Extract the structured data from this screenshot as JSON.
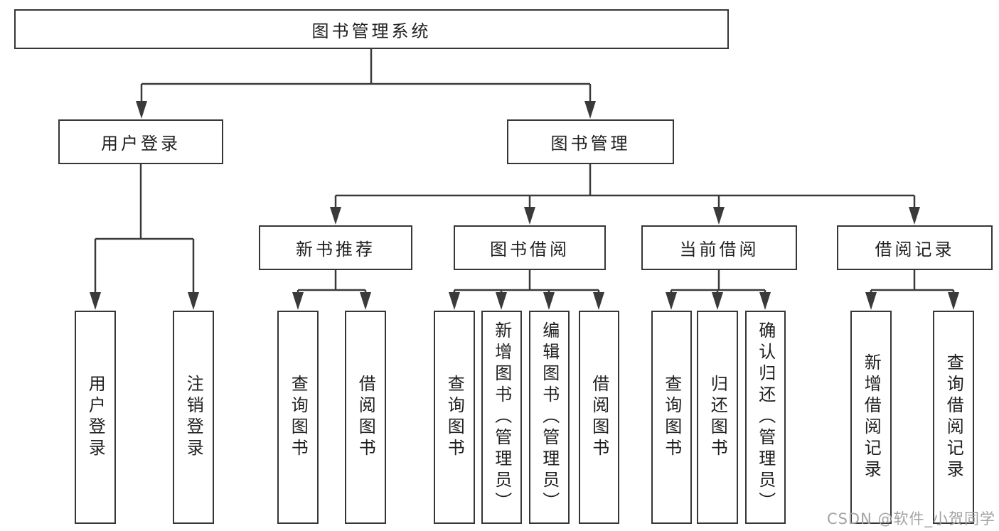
{
  "diagram": {
    "title": "图书管理系统",
    "type": "tree-structure-diagram",
    "colors": {
      "line": "#3a3a3a",
      "box_border": "#363636",
      "text": "#1f1f1f",
      "background": "#ffffff",
      "watermark": "#a3a3a3"
    },
    "nodes": {
      "root": {
        "label": "图书管理系统"
      },
      "level2": [
        {
          "label": "用户登录",
          "parent": "图书管理系统"
        },
        {
          "label": "图书管理",
          "parent": "图书管理系统"
        }
      ],
      "level3": [
        {
          "label": "新书推荐",
          "parent": "图书管理"
        },
        {
          "label": "图书借阅",
          "parent": "图书管理"
        },
        {
          "label": "当前借阅",
          "parent": "图书管理"
        },
        {
          "label": "借阅记录",
          "parent": "图书管理"
        }
      ],
      "leaves": [
        {
          "label": "用户登录",
          "parent": "用户登录"
        },
        {
          "label": "注销登录",
          "parent": "用户登录"
        },
        {
          "label": "查询图书",
          "parent": "新书推荐"
        },
        {
          "label": "借阅图书",
          "parent": "新书推荐"
        },
        {
          "label": "查询图书",
          "parent": "图书借阅"
        },
        {
          "label": "新增图书（管理员）",
          "parent": "图书借阅"
        },
        {
          "label": "编辑图书（管理员）",
          "parent": "图书借阅"
        },
        {
          "label": "借阅图书",
          "parent": "图书借阅"
        },
        {
          "label": "查询图书",
          "parent": "当前借阅"
        },
        {
          "label": "归还图书",
          "parent": "当前借阅"
        },
        {
          "label": "确认归还（管理员）",
          "parent": "当前借阅"
        },
        {
          "label": "新增借阅记录",
          "parent": "借阅记录"
        },
        {
          "label": "查询借阅记录",
          "parent": "借阅记录"
        }
      ]
    },
    "watermark": "CSDN @软件_小贺同学"
  }
}
